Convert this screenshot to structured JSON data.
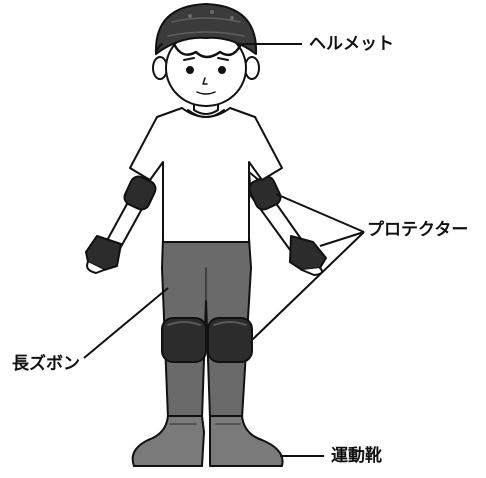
{
  "labels": {
    "helmet": "ヘルメット",
    "protector": "プロテクター",
    "long_pants": "長ズボン",
    "shoes": "運動靴"
  },
  "colors": {
    "ink": "#111111",
    "helmet": "#3b3b3b",
    "pads": "#2c2c2c",
    "pants": "#6a6a6a",
    "shoes": "#7a7a7a",
    "skin": "#ffffff"
  }
}
